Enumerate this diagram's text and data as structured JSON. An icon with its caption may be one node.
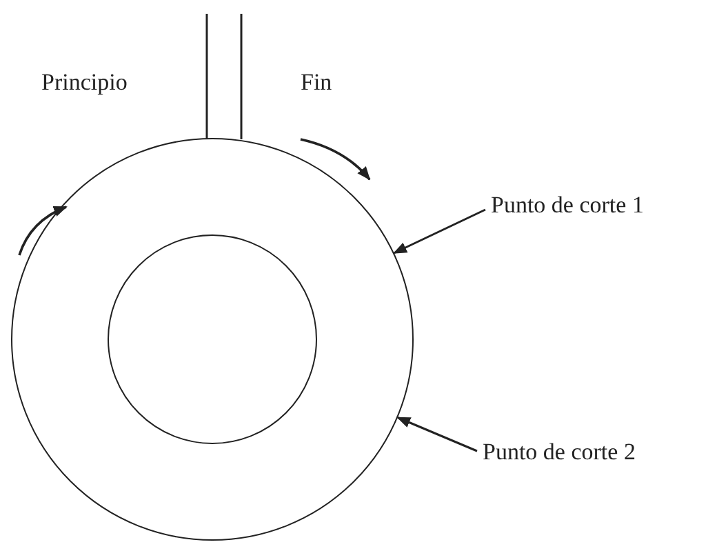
{
  "diagram": {
    "nodes": [
      {
        "text": [],
        "shape": "circle"
      },
      {
        "text": [],
        "shape": "circle",
        "in": 0
      },
      {
        "text": [
          "Punto de corte 1"
        ]
      },
      {
        "text": [
          "Punto de corte 2"
        ]
      }
    ],
    "edges": [
      {
        "from": 2,
        "to": 0,
        "arrow": "to"
      },
      {
        "from": 3,
        "to": 0,
        "arrow": "to"
      }
    ],
    "labels": [
      "Principio",
      "Fin"
    ]
  }
}
